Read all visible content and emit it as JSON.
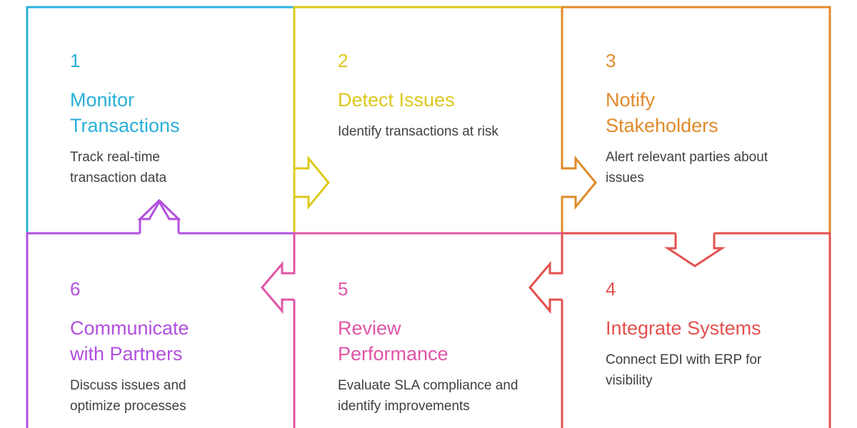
{
  "colors": {
    "step1": "#2ab0d9",
    "step2": "#dcc91c",
    "step3": "#e08a2a",
    "step4": "#e3514e",
    "step5": "#e055a8",
    "step6": "#b150de",
    "text": "#3f3f3f"
  },
  "steps": [
    {
      "number": "1",
      "title": "Monitor Transactions",
      "description": "Track real-time transaction data"
    },
    {
      "number": "2",
      "title": "Detect Issues",
      "description": "Identify transactions at risk"
    },
    {
      "number": "3",
      "title": "Notify Stakeholders",
      "description": "Alert relevant parties about issues"
    },
    {
      "number": "4",
      "title": "Integrate Systems",
      "description": "Connect EDI with ERP for visibility"
    },
    {
      "number": "5",
      "title": "Review Performance",
      "description": "Evaluate SLA compliance and identify improvements"
    },
    {
      "number": "6",
      "title": "Communicate with Partners",
      "description": "Discuss issues and optimize processes"
    }
  ]
}
